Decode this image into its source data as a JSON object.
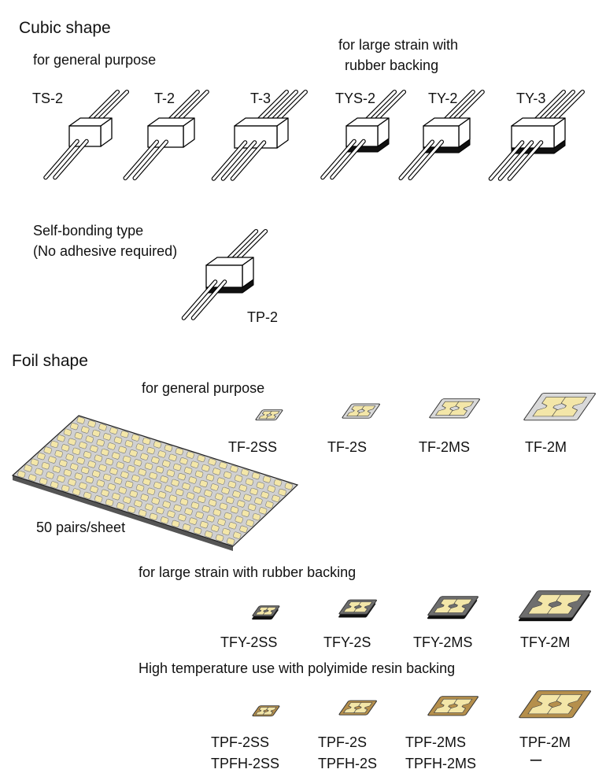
{
  "cubic": {
    "title": "Cubic shape",
    "general_heading": "for general purpose",
    "rubber_heading_line1": "for large strain with",
    "rubber_heading_line2": "rubber backing",
    "products": [
      {
        "label": "TS-2",
        "leads": 2,
        "backing": false
      },
      {
        "label": "T-2",
        "leads": 2,
        "backing": false
      },
      {
        "label": "T-3",
        "leads": 3,
        "backing": false
      },
      {
        "label": "TYS-2",
        "leads": 2,
        "backing": true
      },
      {
        "label": "TY-2",
        "leads": 2,
        "backing": true
      },
      {
        "label": "TY-3",
        "leads": 3,
        "backing": true
      }
    ],
    "selfbond_heading_line1": "Self-bonding type",
    "selfbond_heading_line2": "(No adhesive required)",
    "selfbond_product": {
      "label": "TP-2",
      "leads": 2,
      "backing": true
    }
  },
  "foil": {
    "title": "Foil shape",
    "general_heading": "for general purpose",
    "general_products": [
      "TF-2SS",
      "TF-2S",
      "TF-2MS",
      "TF-2M"
    ],
    "sheet_label": "50 pairs/sheet",
    "rubber_heading": "for large strain with rubber backing",
    "rubber_products": [
      "TFY-2SS",
      "TFY-2S",
      "TFY-2MS",
      "TFY-2M"
    ],
    "hightemp_heading": "High temperature use with polyimide resin backing",
    "hightemp_products": [
      {
        "line1": "TPF-2SS",
        "line2": "TPFH-2SS"
      },
      {
        "line1": "TPF-2S",
        "line2": "TPFH-2S"
      },
      {
        "line1": "TPF-2MS",
        "line2": "TPFH-2MS"
      },
      {
        "line1": "TPF-2M",
        "line2": "ー"
      }
    ]
  },
  "colors": {
    "gauge": "#f3e6a8",
    "foil_general": "#d9d9d9",
    "foil_rubber": "#6e6e6e",
    "foil_polyimide": "#b58f4c",
    "backing": "#111111"
  }
}
